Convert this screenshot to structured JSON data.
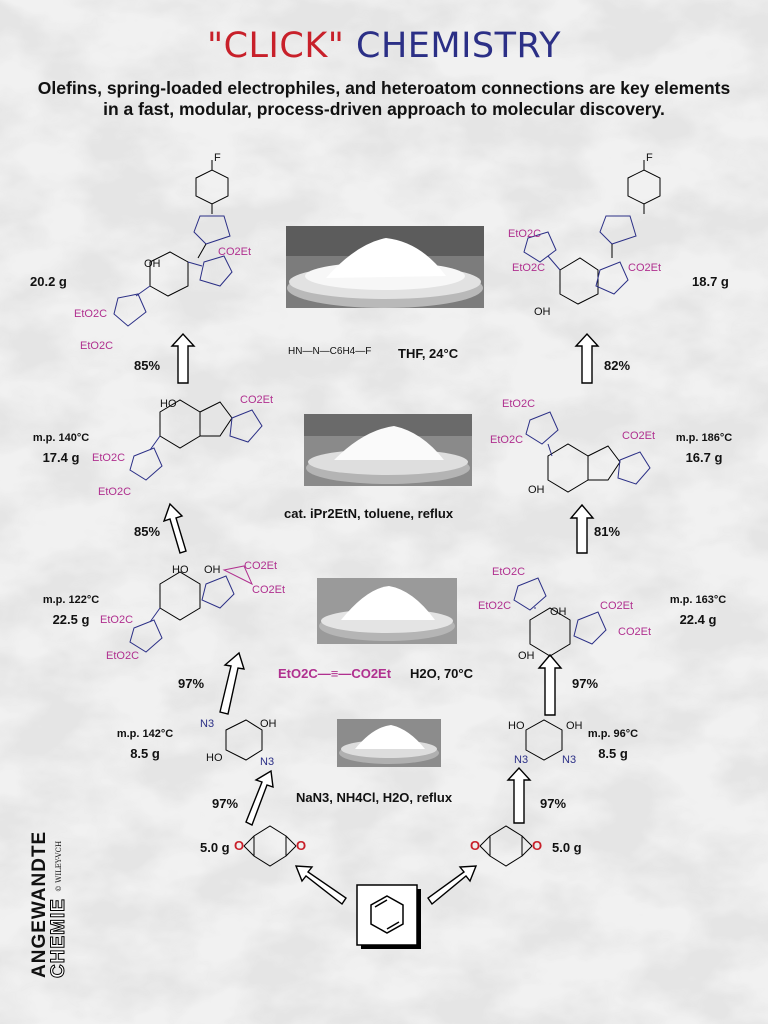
{
  "title": {
    "part1": "\"CLICK\"",
    "part2": "CHEMISTRY"
  },
  "subtitle": "Olefins, spring-loaded electrophiles, and heteroatom connections are key elements in a fast, modular, process-driven approach to molecular discovery.",
  "left_column": {
    "row1": {
      "mass": "20.2 g"
    },
    "arrow1": {
      "yield": "85%"
    },
    "row2": {
      "mp": "m.p. 140°C",
      "mass": "17.4 g"
    },
    "arrow2": {
      "yield": "85%"
    },
    "row3": {
      "mp": "m.p. 122°C",
      "mass": "22.5 g"
    },
    "arrow3": {
      "yield": "97%"
    },
    "row4": {
      "mp": "m.p. 142°C",
      "mass": "8.5 g"
    },
    "arrow4": {
      "yield": "97%"
    },
    "row5": {
      "mass": "5.0 g"
    }
  },
  "right_column": {
    "row1": {
      "mass": "18.7 g"
    },
    "arrow1": {
      "yield": "82%"
    },
    "row2": {
      "mp": "m.p. 186°C",
      "mass": "16.7 g"
    },
    "arrow2": {
      "yield": "81%"
    },
    "row3": {
      "mp": "m.p. 163°C",
      "mass": "22.4 g"
    },
    "arrow3": {
      "yield": "97%"
    },
    "row4": {
      "mp": "m.p. 96°C",
      "mass": "8.5 g"
    },
    "arrow4": {
      "yield": "97%"
    },
    "row5": {
      "mass": "5.0 g"
    }
  },
  "conditions": {
    "step1": "NaN3, NH4Cl, H2O, reflux",
    "step2_reagent": "EtO2C—≡—CO2Et",
    "step2": "H2O, 70°C",
    "step3": "cat. iPr2EtN, toluene, reflux",
    "step4_reagent": "HN—N—C6H4—F",
    "step4": "THF, 24°C"
  },
  "molecule_labels": {
    "ester": "CO2Et",
    "ester_left": "EtO2C",
    "fluoro": "F",
    "hydroxyl": "OH",
    "hydroxyl_left": "HO",
    "azide": "N3",
    "oxygen": "O"
  },
  "logo": {
    "line1": "ANGEWANDTE",
    "line2": "CHEMIE",
    "publisher": "© WILEY-VCH"
  }
}
